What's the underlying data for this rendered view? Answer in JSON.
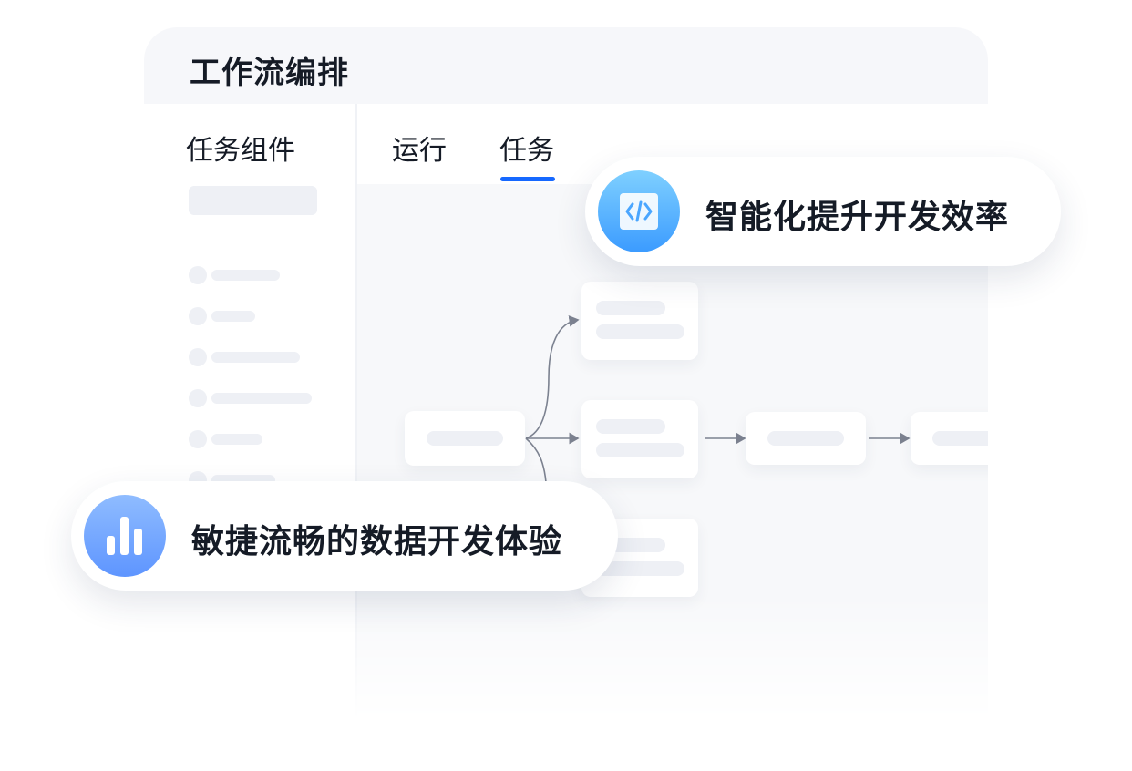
{
  "window": {
    "title": "工作流编排"
  },
  "sidebar": {
    "title": "任务组件"
  },
  "tabs": [
    {
      "label": "运行",
      "active": false
    },
    {
      "label": "任务",
      "active": true
    }
  ],
  "callouts": {
    "top": {
      "icon": "code-icon",
      "text": "智能化提升开发效率"
    },
    "bottom": {
      "icon": "bar-chart-icon",
      "text": "敏捷流畅的数据开发体验"
    }
  },
  "colors": {
    "accent": "#1668ff",
    "placeholder": "#eef0f5",
    "title": "#151b26"
  }
}
